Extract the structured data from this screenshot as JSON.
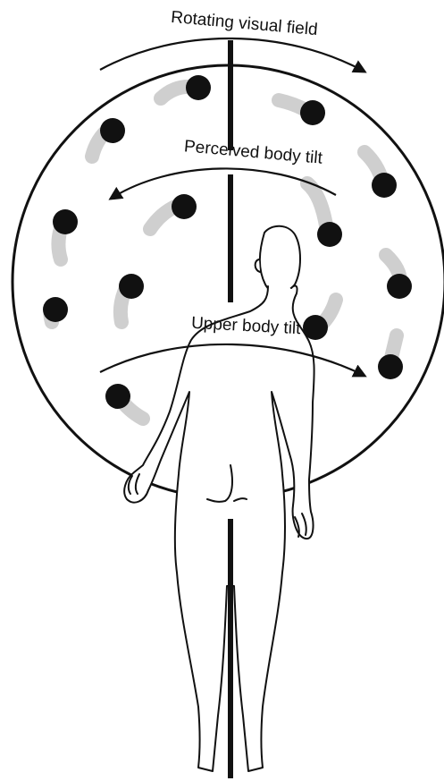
{
  "labels": {
    "rotating_field": "Rotating visual field",
    "perceived_tilt": "Perceived body tilt",
    "upper_tilt": "Upper body tilt"
  },
  "colors": {
    "ink": "#111111",
    "dot": "#111111",
    "blur": "#9a9a9a",
    "background": "#ffffff"
  },
  "icons": {
    "field": "rotating-disc-with-dots",
    "figure": "standing-human-back-view",
    "arrows": "curved-arrows"
  }
}
